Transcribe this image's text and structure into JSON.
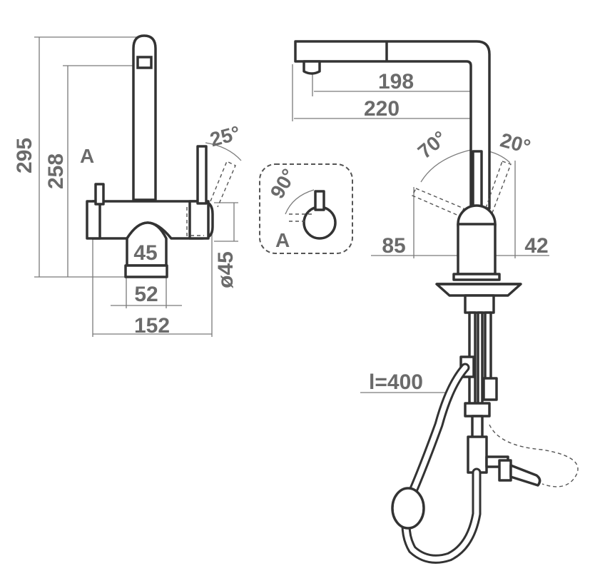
{
  "front_view": {
    "dims": {
      "height_total": "295",
      "height_spout": "258",
      "lever_angle": "25°",
      "base_width": "45",
      "base_diameter": "ø45",
      "foot_width": "52",
      "overall_width": "152"
    },
    "view_marker": "A"
  },
  "inset_view": {
    "rotation": "90°",
    "marker": "A"
  },
  "side_view": {
    "dims": {
      "reach_inner": "198",
      "reach_outer": "220",
      "angle_front": "70°",
      "angle_back": "20°",
      "offset_front": "85",
      "offset_back": "42",
      "hose_length": "l=400"
    }
  }
}
